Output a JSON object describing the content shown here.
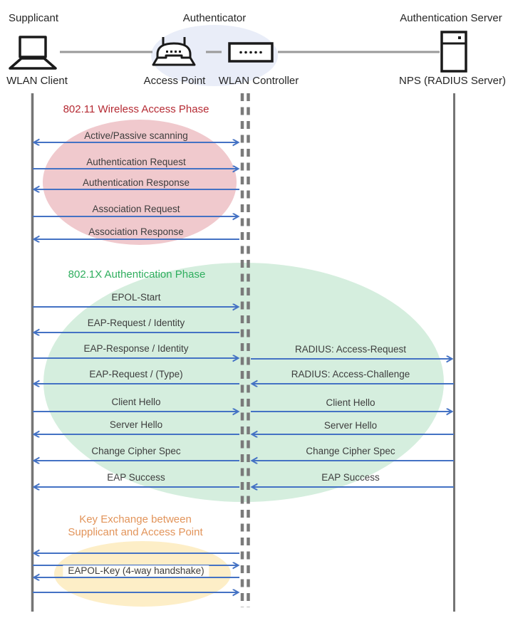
{
  "roles": {
    "supplicant": "Supplicant",
    "authenticator": "Authenticator",
    "auth_server": "Authentication Server"
  },
  "devices": {
    "wlan_client": "WLAN Client",
    "access_point": "Access Point",
    "wlan_controller": "WLAN Controller",
    "nps": "NPS (RADIUS Server)"
  },
  "palette": {
    "arrow_blue": "#4472c4",
    "lifeline_gray": "#757575",
    "phase1_title_red": "#b52a33",
    "phase1_ellipse_pink": "#f0c9cd",
    "phase2_title_green": "#2fae5e",
    "phase2_ellipse_green": "#d5eede",
    "phase3_title_orange": "#e2945a",
    "phase3_ellipse_yellow": "#fdeec7",
    "authenticator_ellipse_lavender": "#e9edf8"
  },
  "phase_80211": {
    "title": "802.11 Wireless Access Phase",
    "messages": [
      {
        "label": "Active/Passive scanning",
        "direction": "both"
      },
      {
        "label": "Authentication Request",
        "direction": "right"
      },
      {
        "label": "Authentication Response",
        "direction": "left"
      },
      {
        "label": "Association Request",
        "direction": "right"
      },
      {
        "label": "Association Response",
        "direction": "left"
      }
    ]
  },
  "phase_8021x": {
    "title": "802.1X Authentication Phase",
    "client_side": [
      {
        "label": "EPOL-Start",
        "direction": "right"
      },
      {
        "label": "EAP-Request / Identity",
        "direction": "left"
      },
      {
        "label": "EAP-Response / Identity",
        "direction": "right"
      },
      {
        "label": "EAP-Request / (Type)",
        "direction": "left"
      },
      {
        "label": "Client Hello",
        "direction": "right"
      },
      {
        "label": "Server Hello",
        "direction": "left"
      },
      {
        "label": "Change Cipher Spec",
        "direction": "left"
      },
      {
        "label": "EAP Success",
        "direction": "left"
      }
    ],
    "server_side": [
      {
        "label": "RADIUS: Access-Request",
        "direction": "right"
      },
      {
        "label": "RADIUS: Access-Challenge",
        "direction": "left"
      },
      {
        "label": "Client Hello",
        "direction": "right"
      },
      {
        "label": "Server Hello",
        "direction": "left"
      },
      {
        "label": "Change Cipher Spec",
        "direction": "left"
      },
      {
        "label": "EAP Success",
        "direction": "left"
      }
    ]
  },
  "phase_key_exchange": {
    "title_line1": "Key Exchange between",
    "title_line2": "Supplicant and Access Point",
    "messages": [
      {
        "label": "EAPOL-Key (4-way handshake)",
        "direction": "both"
      }
    ]
  }
}
